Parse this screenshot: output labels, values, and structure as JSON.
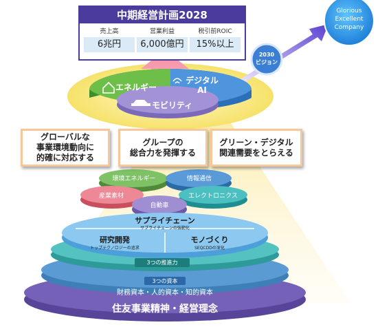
{
  "plan": {
    "title": "中期経営計画2028",
    "metrics": [
      {
        "label": "売上高",
        "value": "6兆円"
      },
      {
        "label": "営業利益",
        "value": "6,000億円"
      },
      {
        "label": "税引前ROIC",
        "value": "15%以上"
      }
    ]
  },
  "vision": {
    "badge": "2030\nビジョン",
    "goal": "Glorious\nExcellent\nCompany"
  },
  "top_segments": {
    "energy": "エネルギー",
    "digital": "デジタル\nAI",
    "mobility": "モビリティ"
  },
  "strategy_boxes": [
    "グローバルな\n事業環境動向に\n的確に対応する",
    "グループの\n総合力を発揮する",
    "グリーン・デジタル\n関連需要をとらえる"
  ],
  "business_segments": {
    "env_energy": "環境エネルギー",
    "info_comm": "情報通信",
    "industrial_materials": "産業素材",
    "electronics": "エレクトロニクス",
    "automotive": "自動車"
  },
  "drivers": {
    "supply_chain": "サプライチェーン",
    "supply_chain_sub": "サプライチェーンの強靭化",
    "rnd": "研究開発",
    "rnd_sub": "トップテクノロジーの追求",
    "monozukuri": "モノづくり",
    "monozukuri_sub": "SEQCDDの深化",
    "label": "3つの推進力"
  },
  "capitals": {
    "label": "3つの資本",
    "list": "財務資本・人的資本・知的資本"
  },
  "foundation": "住友事業精神・経営理念"
}
